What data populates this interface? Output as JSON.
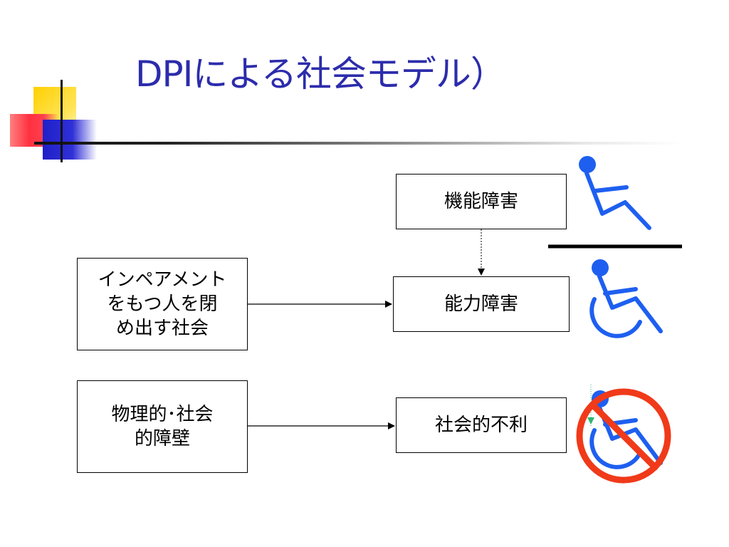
{
  "title": "DPIによる社会モデル）",
  "boxes": {
    "kinou": "機能障害",
    "nouryoku": "能力障害",
    "shakaiteki": "社会的不利",
    "impairment": "インペアメント\nをもつ人を閉\nめ出す社会",
    "barrier": "物理的･社会\n的障壁"
  },
  "colors": {
    "title": "#2c2cac",
    "icon_blue": "#1e5ff0",
    "prohibition_red": "#f03a1a"
  },
  "icons": [
    "wheelchair-figure-icon",
    "wheelchair-icon",
    "no-wheelchair-icon"
  ]
}
